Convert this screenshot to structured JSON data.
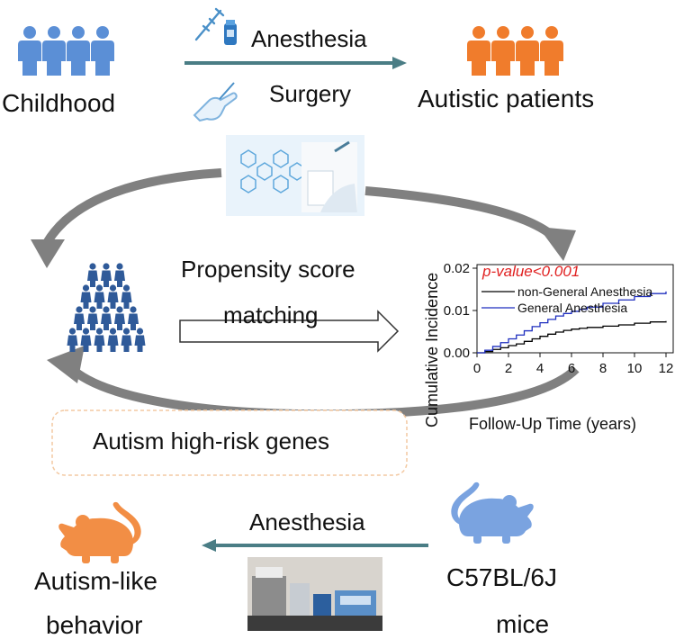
{
  "top": {
    "left_label": "Childhood",
    "right_label": "Autistic patients",
    "arrow_label_1": "Anesthesia",
    "arrow_label_2": "Surgery"
  },
  "middle": {
    "method_line_1": "Propensity score",
    "method_line_2": "matching",
    "genes_label": "Autism high-risk genes"
  },
  "bottom": {
    "arrow_label": "Anesthesia",
    "left_line_1": "Autism-like",
    "left_line_2": "behavior",
    "right_line_1": "C57BL/6J",
    "right_line_2": "mice"
  },
  "colors": {
    "people_blue": "#5b8fd6",
    "people_orange": "#f07c2c",
    "population_navy": "#2f5a99",
    "mouse_orange": "#f28e45",
    "mouse_blue": "#7aa3e0",
    "teal_arrow": "#4a7d85",
    "grey_cycle": "#7f7f7f",
    "general_anesthesia": "#1f2fbf",
    "non_general_anesthesia": "#000000",
    "pvalue": "#e02020",
    "genes_box_border": "#f3c9a2"
  },
  "icons": [
    "people-group-icon",
    "syringe-icon",
    "vial-icon",
    "gloved-hand-icon",
    "population-icon",
    "mouse-icon"
  ],
  "chart_data": {
    "type": "line",
    "title": "",
    "annotation": "p-value<0.001",
    "xlabel": "Follow-Up Time (years)",
    "ylabel": "Cumulative Incidence",
    "xlim": [
      0,
      12
    ],
    "ylim": [
      0,
      0.02
    ],
    "x_ticks": [
      "0",
      "2",
      "4",
      "6",
      "8",
      "10",
      "12"
    ],
    "y_ticks": [
      "0.00",
      "0.01",
      "0.02"
    ],
    "legend_position": "top-right",
    "series": [
      {
        "name": "non-General Anesthesia",
        "color": "#000000",
        "x": [
          0,
          0.5,
          1,
          1.5,
          2,
          2.5,
          3,
          3.5,
          4,
          4.5,
          5,
          5.5,
          6,
          6.5,
          7,
          8,
          9,
          10,
          11,
          12
        ],
        "y": [
          0,
          0.0003,
          0.0008,
          0.0012,
          0.0017,
          0.0021,
          0.0027,
          0.0033,
          0.0039,
          0.0044,
          0.0049,
          0.0053,
          0.0056,
          0.0058,
          0.006,
          0.0063,
          0.0066,
          0.007,
          0.0073,
          0.0075
        ]
      },
      {
        "name": "General Anesthesia",
        "color": "#1f2fbf",
        "x": [
          0,
          0.5,
          1,
          1.5,
          2,
          2.5,
          3,
          3.5,
          4,
          4.5,
          5,
          5.5,
          6,
          6.5,
          7,
          8,
          9,
          10,
          11,
          12
        ],
        "y": [
          0,
          0.0006,
          0.0015,
          0.0024,
          0.0033,
          0.0042,
          0.0052,
          0.0062,
          0.0071,
          0.0079,
          0.0087,
          0.0093,
          0.0098,
          0.0103,
          0.0108,
          0.0117,
          0.0125,
          0.0133,
          0.014,
          0.0145
        ]
      }
    ]
  }
}
